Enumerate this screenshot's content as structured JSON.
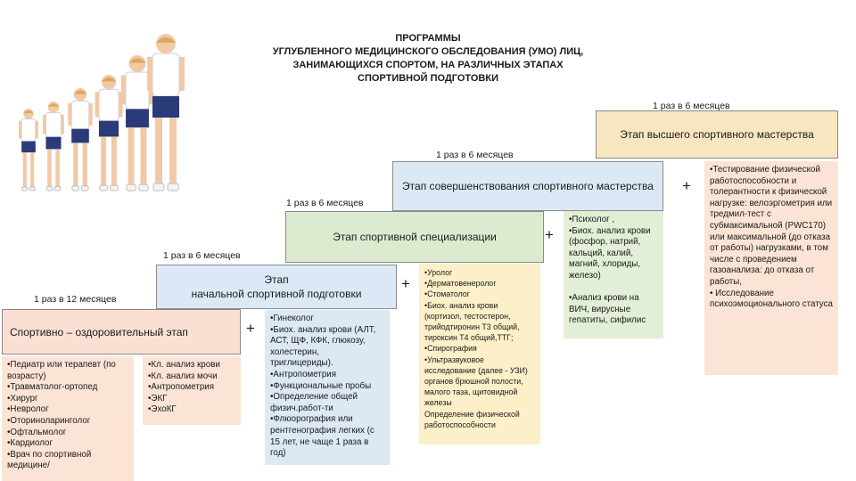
{
  "title": "ПРОГРАММЫ\nУГЛУБЛЕННОГО МЕДИЦИНСКОГО ОБСЛЕДОВАНИЯ (УМО) ЛИЦ,\nЗАНИМАЮЩИХСЯ СПОРТОМ, НА РАЗЛИЧНЫХ ЭТАПАХ\nСПОРТИВНОЙ ПОДГОТОВКИ",
  "colors": {
    "stage1": "#fae0d2",
    "stage2": "#dbe8f6",
    "stage3": "#dcebd0",
    "stage4": "#dbe8f6",
    "stage5": "#f7e6bf",
    "list_peach": "#fbe4d5",
    "list_blue": "#dce9f5",
    "list_yellow": "#fdf0c8",
    "list_green": "#e2efd6",
    "shirt": "#ffffff",
    "shorts": "#2b3a78"
  },
  "stages": [
    {
      "label": "Спортивно – оздоровительный этап",
      "freq": "1 раз в 12 месяцев"
    },
    {
      "label": "Этап\nначальной спортивной подготовки",
      "freq": "1 раз в 6 месяцев"
    },
    {
      "label": "Этап спортивной специализации",
      "freq": "1 раз в 6 месяцев"
    },
    {
      "label": "Этап совершенствования спортивного мастерства",
      "freq": "1 раз в 6 месяцев"
    },
    {
      "label": "Этап высшего спортивного мастерства",
      "freq": "1 раз в 6 месяцев"
    }
  ],
  "plus": "+",
  "lists": {
    "specialists": [
      "•Педиатр или терапевт (по возрасту)",
      "•Травматолог-ортопед",
      "•Хирург",
      "•Невролог",
      "•Оториноларинголог",
      "•Офтальмолог",
      "•Кардиолог",
      "•Врач по спортивной медицине/"
    ],
    "basic_tests": [
      "•Кл. анализ крови",
      "•Кл. анализ мочи",
      "•Антропометрия",
      "•ЭКГ",
      "•ЭхоКГ"
    ],
    "stage2_add": [
      "•Гинеколог",
      "•Биох. анализ крови (АЛТ, АСТ, ЩФ, КФК, глюкозу, холестерин, триглицериды).",
      "•Антропометрия",
      "•Функциональные пробы",
      "•Определение общей физич.работ-ти",
      "•Флюорография или рентгенография легких (с 15 лет, не чаще 1 раза в год)"
    ],
    "stage3_add": [
      "•Уролог",
      "•Дерматовенеролог",
      "•Стоматолог",
      "•Биох. анализ крови (кортизол, тестостерон, трийодтиронин Т3 общий, тироксин Т4 общий,ТТГ;",
      "•Спирография",
      "•Ультразвуковое исследование (далее - УЗИ) органов брюшной полости, малого таза, щитовидной железы",
      "Определение физической работоспособности"
    ],
    "stage4_add": [
      "•Психолог ,",
      "•Биох. анализ крови (фосфор, натрий, кальций, калий, магний, хлориды, железо)",
      "",
      "•Анализ крови на ВИЧ, вирусные гепатиты, сифилис"
    ],
    "stage5_add": [
      "•Тестирование физической работоспособности и толерантности к физической нагрузке: велоэргометрия или тредмил-тест с субмаксимальной (PWC170) или максимальной (до отказа от работы) нагрузками, в том числе с проведением газоанализа: до отказа от работы,",
      "• Исследование психоэмоционального статуса"
    ]
  }
}
